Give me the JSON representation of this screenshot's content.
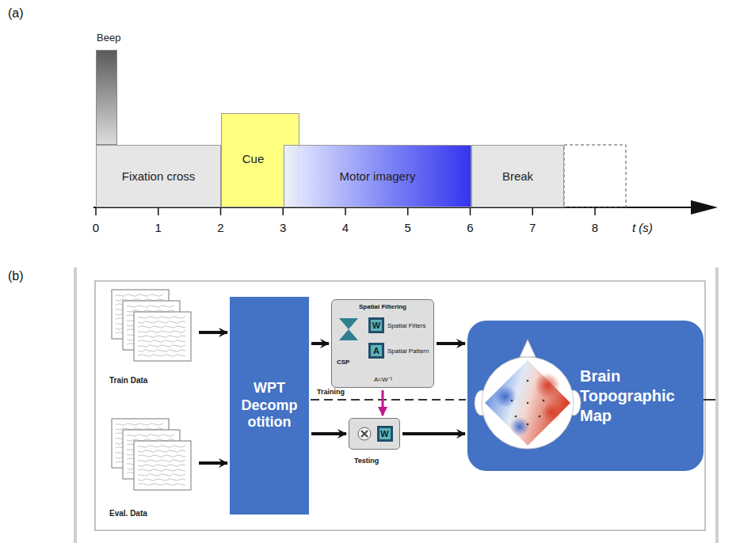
{
  "diagram": {
    "nodes": [
      {
        "text": [
          "Beep"
        ]
      },
      {
        "text": [
          "Fixation cross"
        ]
      },
      {
        "text": [
          "Cue"
        ]
      },
      {
        "text": [
          "Motor imagery"
        ]
      },
      {
        "text": [
          "Break"
        ]
      },
      {
        "text": [
          "Train Data"
        ]
      },
      {
        "text": [
          "Eval. Data"
        ]
      },
      {
        "text": [
          "WPT Decomp otition"
        ]
      },
      {
        "text": [
          "Spatial Filtering"
        ]
      },
      {
        "text": [
          "W",
          "Spatial Filters"
        ],
        "in": 8
      },
      {
        "text": [
          "A",
          "Spatial Pattern"
        ],
        "in": 8
      },
      {
        "text": [
          "W"
        ]
      },
      {
        "text": [
          "Brain Topographic Map"
        ]
      }
    ],
    "edges": [
      {
        "from": 5,
        "to": 7,
        "arrow": "to"
      },
      {
        "from": 6,
        "to": 7,
        "arrow": "to"
      },
      {
        "from": 7,
        "to": 8,
        "arrow": "to"
      },
      {
        "from": 8,
        "to": 12,
        "arrow": "to"
      },
      {
        "from": 7,
        "to": 11,
        "arrow": "to"
      },
      {
        "from": 8,
        "to": 11,
        "arrow": "to"
      },
      {
        "from": 11,
        "to": 12,
        "arrow": "to"
      }
    ],
    "labels": [
      "(a)",
      "(b)",
      "0",
      "1",
      "2",
      "3",
      "4",
      "5",
      "6",
      "7",
      "8",
      "t (s)",
      "CSP",
      "A=W⁻¹",
      "Training",
      "Testing"
    ]
  }
}
